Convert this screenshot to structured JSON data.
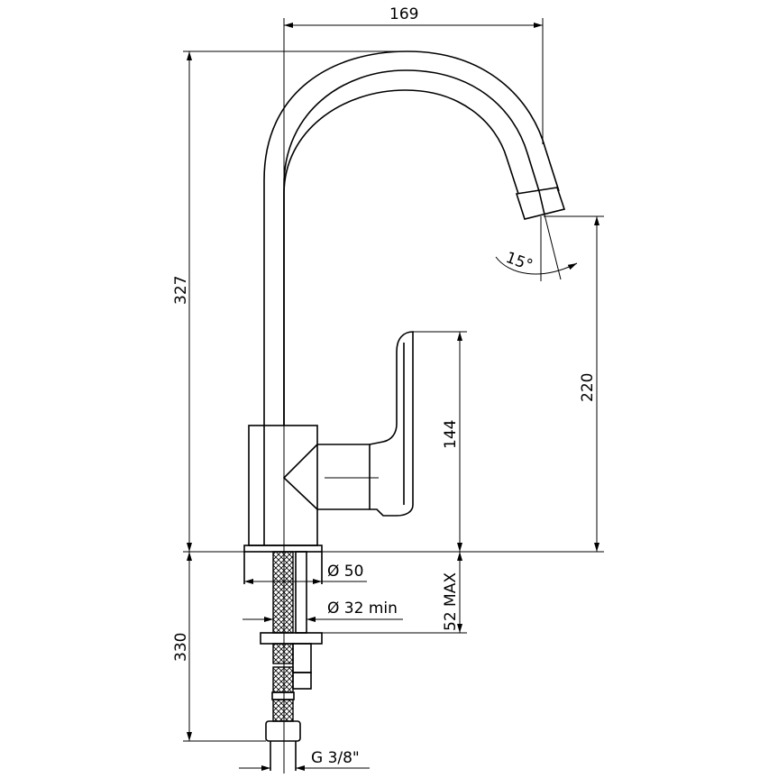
{
  "title": "Faucet technical drawing",
  "dimensions": {
    "width_reach": "169",
    "total_height": "327",
    "spout_height": "220",
    "lever_height": "144",
    "spout_angle": "15°",
    "base_diameter": "Ø 50",
    "hole_diameter": "Ø 32 min",
    "max_counter_thickness": "52 MAX",
    "hose_length": "330",
    "thread": "G 3/8\""
  }
}
